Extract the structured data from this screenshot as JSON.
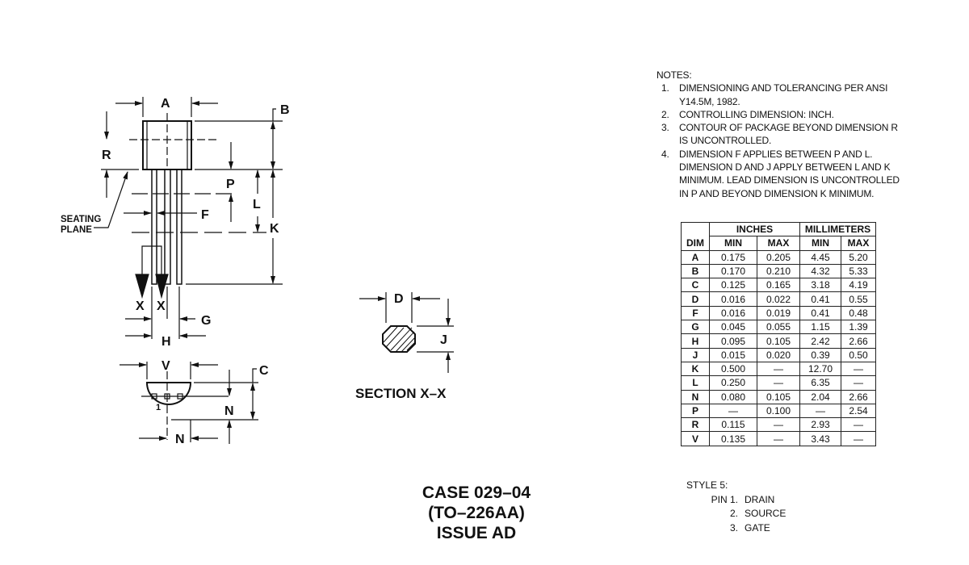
{
  "drawing": {
    "labels": {
      "A": "A",
      "B": "B",
      "R": "R",
      "P": "P",
      "L": "L",
      "K": "K",
      "F": "F",
      "G": "G",
      "H": "H",
      "V": "V",
      "C": "C",
      "N1": "N",
      "N2": "N",
      "X1": "X",
      "X2": "X",
      "D": "D",
      "J": "J",
      "pin1": "1"
    },
    "seating_plane": [
      "SEATING",
      "PLANE"
    ],
    "section_title": "SECTION X–X"
  },
  "notes": {
    "title": "NOTES:",
    "items": [
      {
        "num": "1.",
        "lines": [
          "DIMENSIONING AND TOLERANCING PER ANSI",
          "Y14.5M, 1982."
        ]
      },
      {
        "num": "2.",
        "lines": [
          "CONTROLLING DIMENSION: INCH."
        ]
      },
      {
        "num": "3.",
        "lines": [
          "CONTOUR OF PACKAGE BEYOND DIMENSION R",
          "IS UNCONTROLLED."
        ]
      },
      {
        "num": "4.",
        "lines": [
          "DIMENSION F APPLIES BETWEEN P AND L.",
          "DIMENSION D AND J APPLY BETWEEN L AND K",
          "MINIMUM. LEAD DIMENSION IS UNCONTROLLED",
          "IN P AND BEYOND DIMENSION K MINIMUM."
        ]
      }
    ]
  },
  "table": {
    "group_headers": [
      "INCHES",
      "MILLIMETERS"
    ],
    "col_headers": [
      "DIM",
      "MIN",
      "MAX",
      "MIN",
      "MAX"
    ],
    "rows": [
      [
        "A",
        "0.175",
        "0.205",
        "4.45",
        "5.20"
      ],
      [
        "B",
        "0.170",
        "0.210",
        "4.32",
        "5.33"
      ],
      [
        "C",
        "0.125",
        "0.165",
        "3.18",
        "4.19"
      ],
      [
        "D",
        "0.016",
        "0.022",
        "0.41",
        "0.55"
      ],
      [
        "F",
        "0.016",
        "0.019",
        "0.41",
        "0.48"
      ],
      [
        "G",
        "0.045",
        "0.055",
        "1.15",
        "1.39"
      ],
      [
        "H",
        "0.095",
        "0.105",
        "2.42",
        "2.66"
      ],
      [
        "J",
        "0.015",
        "0.020",
        "0.39",
        "0.50"
      ],
      [
        "K",
        "0.500",
        "—",
        "12.70",
        "—"
      ],
      [
        "L",
        "0.250",
        "—",
        "6.35",
        "—"
      ],
      [
        "N",
        "0.080",
        "0.105",
        "2.04",
        "2.66"
      ],
      [
        "P",
        "—",
        "0.100",
        "—",
        "2.54"
      ],
      [
        "R",
        "0.115",
        "—",
        "2.93",
        "—"
      ],
      [
        "V",
        "0.135",
        "—",
        "3.43",
        "—"
      ]
    ]
  },
  "case": {
    "lines": [
      "CASE 029–04",
      "(TO–226AA)",
      "ISSUE AD"
    ]
  },
  "style": {
    "title": "STYLE 5:",
    "pins": [
      {
        "key": "PIN 1.",
        "name": "DRAIN"
      },
      {
        "key": "2.",
        "name": "SOURCE"
      },
      {
        "key": "3.",
        "name": "GATE"
      }
    ]
  }
}
